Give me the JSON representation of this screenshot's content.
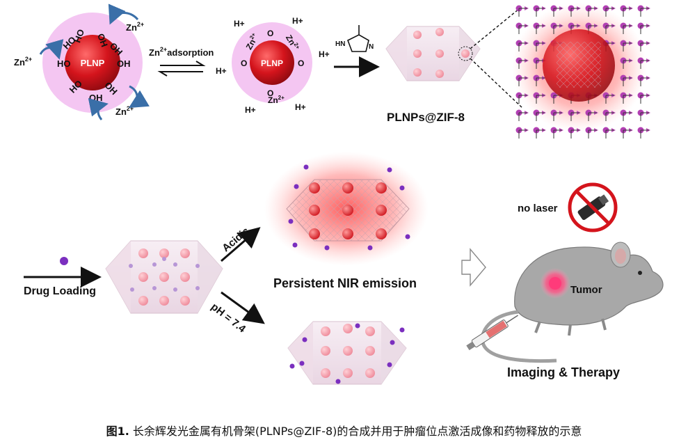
{
  "top": {
    "plnp_label": "PLNP",
    "zn": "Zn",
    "zn_sup": "2+",
    "ho": "HO",
    "oh": "OH",
    "o_minus": "O",
    "h_plus": "H+",
    "adsorption_label": "adsorption",
    "product_label": "PLNPs@ZIF-8"
  },
  "bottom": {
    "drug_loading": "Drug Loading",
    "acidic": "Acidic",
    "ph_label": "pH = 7.4",
    "persistent": "Persistent NIR emission",
    "no_laser": "no laser",
    "tumor": "Tumor",
    "imaging": "Imaging & Therapy"
  },
  "caption": {
    "fig": "图1.",
    "text": " 长余辉发光金属有机骨架(PLNPs@ZIF-8)的合成并用于肿瘤位点激活成像和药物释放的示意"
  },
  "colors": {
    "plnp_red": "#d4141c",
    "halo_pink": "#f4c6f2",
    "arrow_blue": "#3a6fa8",
    "drug_purple": "#7b2fbf",
    "crystal_pink": "#f3e3ee",
    "glow_red": "#ff6b6b",
    "mouse_grey": "#a8a8a8"
  }
}
